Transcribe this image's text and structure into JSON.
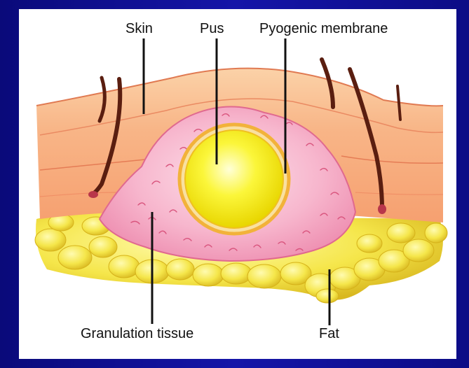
{
  "labels": {
    "skin": "Skin",
    "pus": "Pus",
    "pyogenic_membrane": "Pyogenic membrane",
    "granulation_tissue": "Granulation tissue",
    "fat": "Fat"
  },
  "colors": {
    "background": "#1010a0",
    "panel": "#ffffff",
    "skin": "#f7b98a",
    "skin_deep": "#f39a6c",
    "granulation": "#f4a5c3",
    "pus": "#f6f11a",
    "fat": "#f2e04a",
    "hair": "#5a1e10",
    "leader_line": "#111111"
  }
}
